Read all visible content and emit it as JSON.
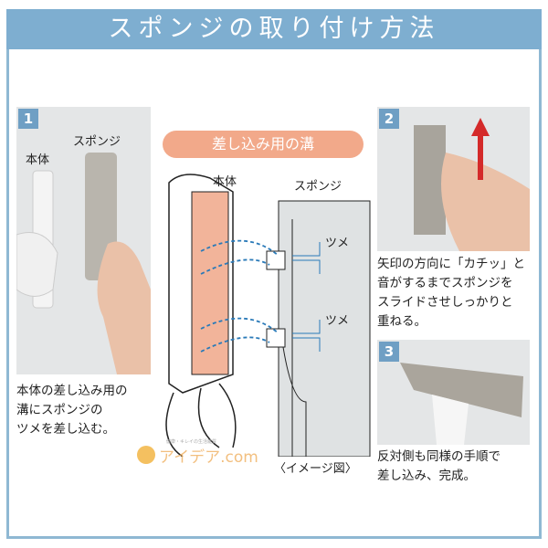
{
  "header": {
    "title": "スポンジの取り付け方法"
  },
  "step1": {
    "number": "1",
    "label_body": "本体",
    "label_sponge": "スポンジ",
    "text_lines": [
      "本体の差し込み用の",
      "溝にスポンジの",
      "ツメを差し込む。"
    ]
  },
  "diagram": {
    "title": "差し込み用の溝",
    "label_body": "本体",
    "label_sponge": "スポンジ",
    "label_claw_1": "ツメ",
    "label_claw_2": "ツメ",
    "caption": "〈イメージ図〉"
  },
  "step2": {
    "number": "2",
    "text_lines": [
      "矢印の方向に「カチッ」と",
      "音がするまでスポンジを",
      "スライドさせしっかりと",
      "重ねる。"
    ]
  },
  "step3": {
    "number": "3",
    "text_lines": [
      "反対側も同様の手順で",
      "差し込み、完成。"
    ]
  },
  "logo": {
    "text": "アイデア.com",
    "tagline": "健康・キレイの生活雑貨"
  },
  "colors": {
    "header": "#7eaed0",
    "accent": "#f2a98a",
    "arrow": "#d42a2a"
  }
}
